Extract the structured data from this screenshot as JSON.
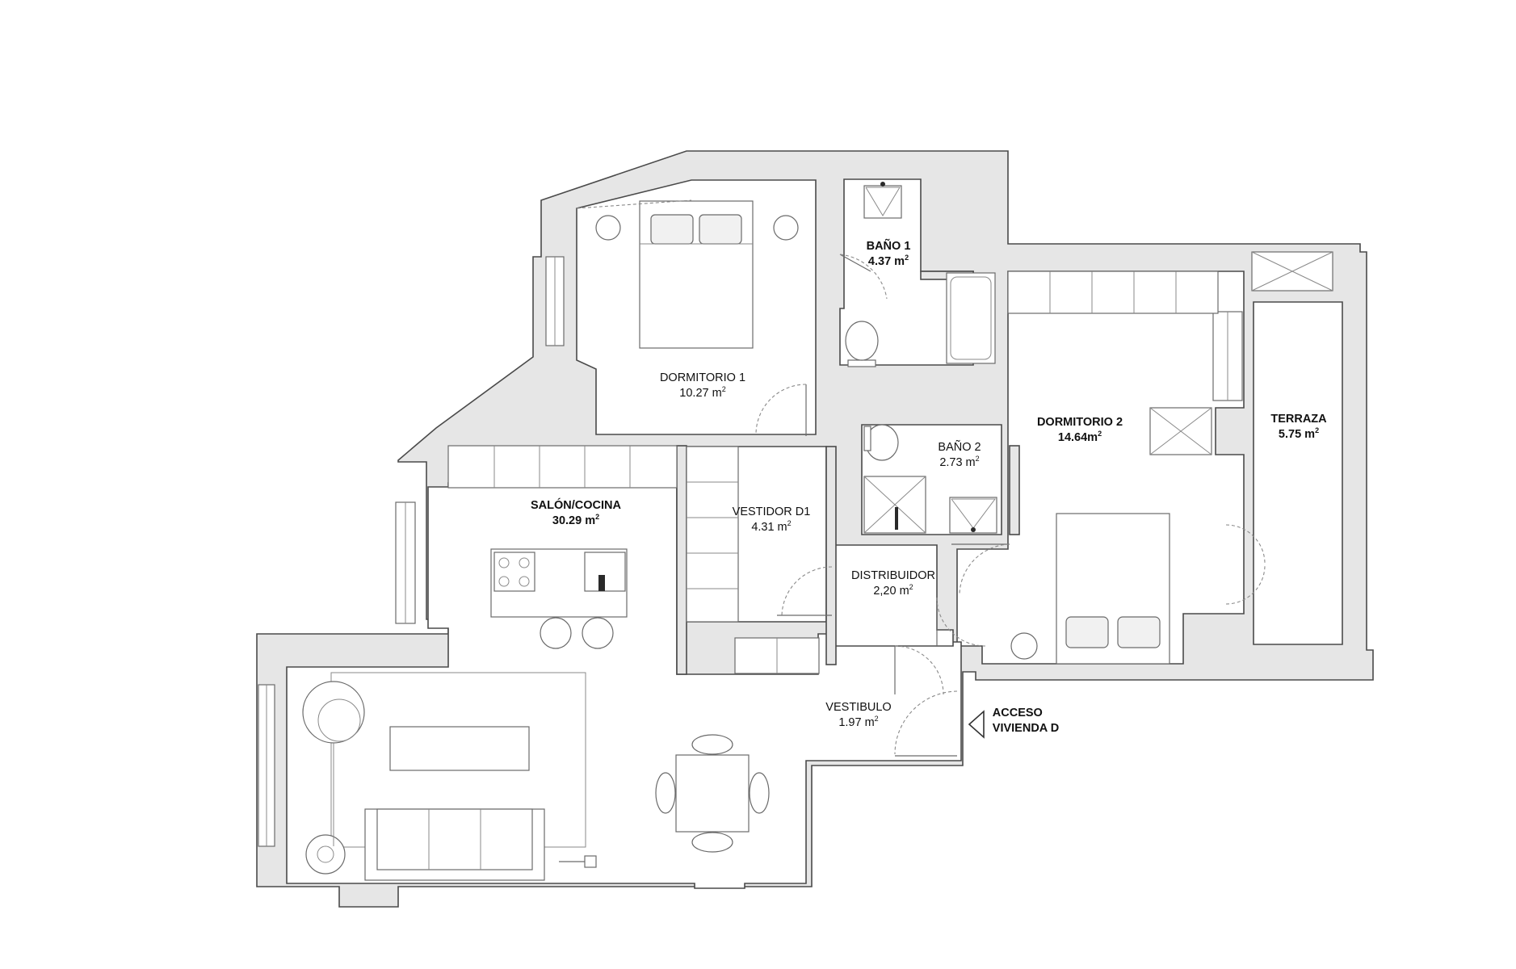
{
  "rooms": [
    {
      "id": "dormitorio-1",
      "name": "DORMITORIO 1",
      "area": "10.27 m",
      "unit_sup": "2"
    },
    {
      "id": "bano-1",
      "name": "BAÑO 1",
      "area": "4.37 m",
      "unit_sup": "2"
    },
    {
      "id": "dormitorio-2",
      "name": "DORMITORIO 2",
      "area": "14.64m",
      "unit_sup": "2"
    },
    {
      "id": "terraza",
      "name": "TERRAZA",
      "area": "5.75 m",
      "unit_sup": "2"
    },
    {
      "id": "bano-2",
      "name": "BAÑO 2",
      "area": "2.73 m",
      "unit_sup": "2"
    },
    {
      "id": "salon-cocina",
      "name": "SALÓN/COCINA",
      "area": "30.29 m",
      "unit_sup": "2"
    },
    {
      "id": "vestidor-d1",
      "name": "VESTIDOR D1",
      "area": "4.31 m",
      "unit_sup": "2"
    },
    {
      "id": "distribuidor",
      "name": "DISTRIBUIDOR",
      "area": "2,20 m",
      "unit_sup": "2"
    },
    {
      "id": "vestibulo",
      "name": "VESTIBULO",
      "area": "1.97 m",
      "unit_sup": "2"
    }
  ],
  "access": {
    "line1": "ACCESO",
    "line2": "VIVIENDA D"
  },
  "colors": {
    "wall": "#e6e6e6",
    "line": "#4a4a4a",
    "background": "#ffffff"
  }
}
